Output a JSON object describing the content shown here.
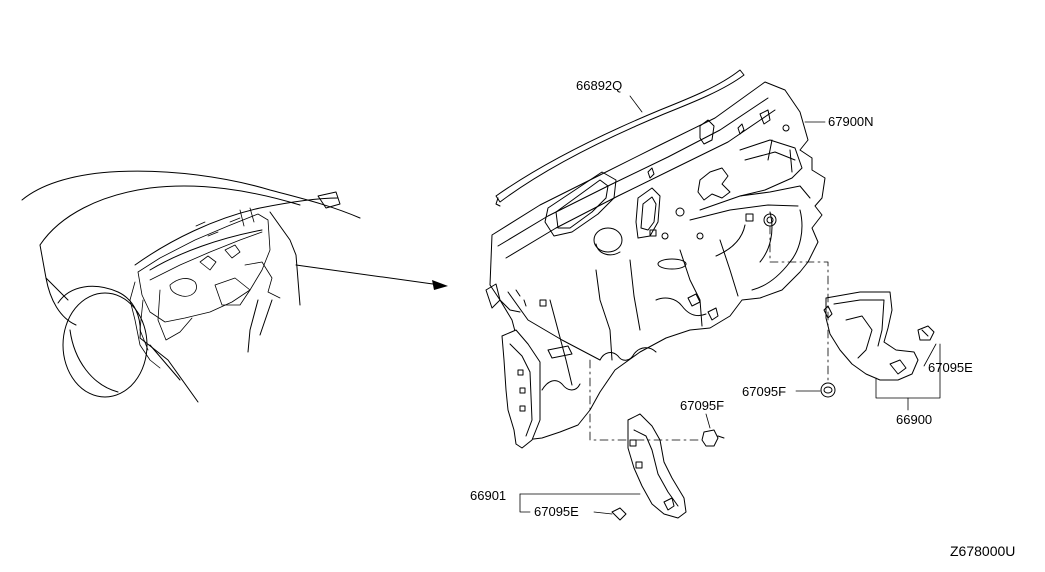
{
  "labels": {
    "p66892q": "66892Q",
    "p67900n": "67900N",
    "p67095e_right": "67095E",
    "p67095f_right": "67095F",
    "p66900": "66900",
    "p67095f_center": "67095F",
    "p66901": "66901",
    "p67095e_left": "67095E"
  },
  "diagram_code": "Z678000U"
}
